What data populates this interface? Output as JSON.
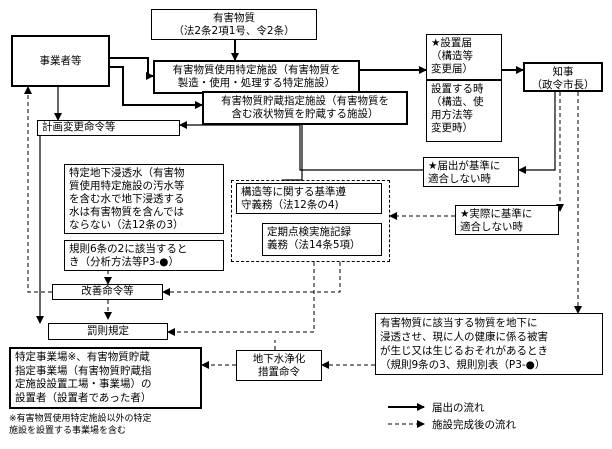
{
  "nodes": {
    "jigyosha": "事業者等",
    "yugai_busshitsu": "有害物質\n（法2条2項1号、令2条）",
    "shiyo_tokutei": "有害物質使用特定施設（有害物質を\n製造・使用・処理する特定施設）",
    "chozo_shitei": "有害物質貯蔵指定施設（有害物質を\n含む液状物質を貯蔵する施設）",
    "setchi_todoke": "★設置届\n（構造等\n変更届）",
    "setchi_jiki": "設置する時\n（構造、使\n用方法等\n変更時）",
    "chiji": "知事\n（政令市長）",
    "keikaku_henko": "計画変更命令等",
    "todoke_tekigo": "★届出が基準に\n適合しない時",
    "jissai_tekigo": "★実際に基準に\n適合しない時",
    "chika_shinto": "特定地下浸透水（有害物\n質使用特定施設の汚水等\nを含む水で地下浸透する\n水は有害物質を含んでは\nならない（法12条の3）",
    "kisoku6": "規則6条の2に該当すると\nき（分析方法等P3-●）",
    "kozo_kijun": "構造等に関する基準遵\n守義務（法12条の4)",
    "teiki_tenken": "定期点検実施記録\n義務（法14条5項）",
    "kaizen": "改善命令等",
    "batsusoku": "罰則規定",
    "chikasui_joka": "地下水浄化\n措置命令",
    "higai": "有害物質に該当する物質を地下に\n浸透させ、現に人の健康に係る被害\nが生じ又は生じるおそれがあるとき\n（規則9条の3、規則別表（P3-●）",
    "tokutei_jigyojo": "特定事業場※、有害物質貯蔵\n指定事業場（有害物質貯蔵指\n定施設設置工場・事業場）の\n設置者（設置者であった者）"
  },
  "footnote": "※有害物質使用特定施設以外の特定\n施設を設置する事業場を含む",
  "legend": {
    "solid": "届出の流れ",
    "dashed": "施設完成後の流れ"
  }
}
